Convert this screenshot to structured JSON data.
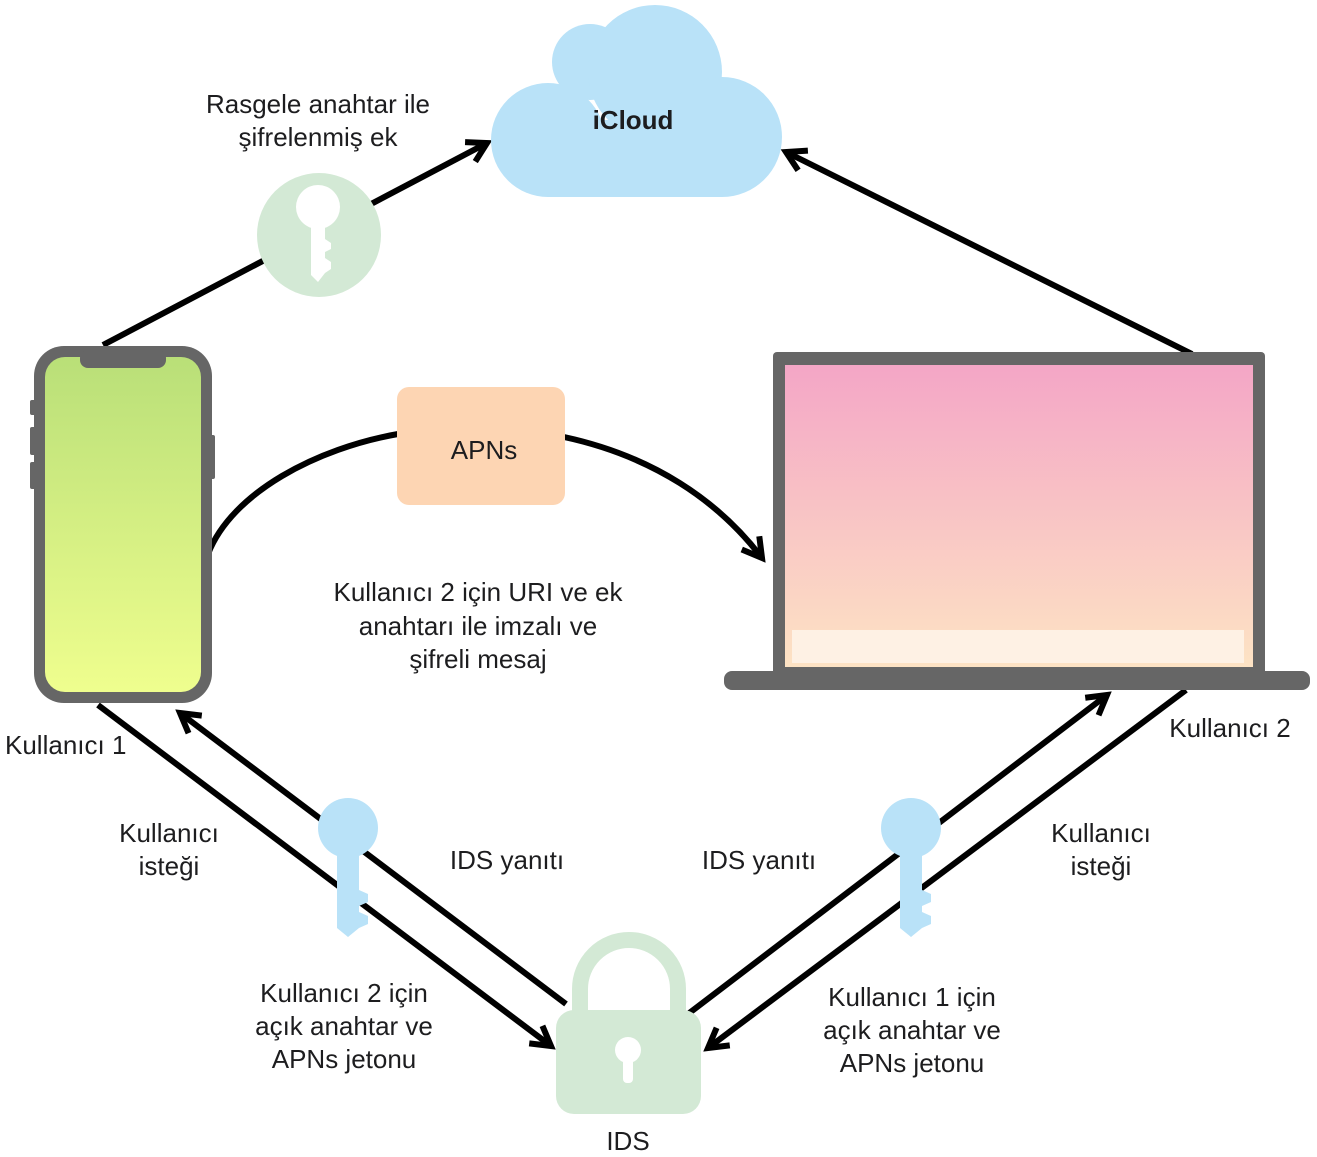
{
  "icloud": {
    "label": "iCloud"
  },
  "apns": {
    "label": "APNs"
  },
  "ids": {
    "label": "IDS"
  },
  "user1": {
    "label": "Kullanıcı 1"
  },
  "user2": {
    "label": "Kullanıcı 2"
  },
  "flows": {
    "attachment_to_icloud": {
      "lines": [
        "Rasgele anahtar ile",
        "şifrelenmiş ek"
      ]
    },
    "message_via_apns": {
      "lines": [
        "Kullanıcı 2 için URI ve ek",
        "anahtarı ile imzalı ve",
        "şifreli mesaj"
      ]
    },
    "user1_request": {
      "lines": [
        "Kullanıcı",
        "isteği"
      ]
    },
    "user1_ids_response": {
      "label": "IDS yanıtı",
      "lines": [
        "Kullanıcı 2 için",
        "açık anahtar ve",
        "APNs jetonu"
      ]
    },
    "user2_request": {
      "lines": [
        "Kullanıcı",
        "isteği"
      ]
    },
    "user2_ids_response": {
      "label": "IDS yanıtı",
      "lines": [
        "Kullanıcı 1 için",
        "açık anahtar ve",
        "APNs jetonu"
      ]
    }
  },
  "icons": {
    "icloud": "cloud-icon",
    "attachment": "key-icon",
    "user1_key": "key-icon",
    "user2_key": "key-icon",
    "ids": "lock-icon",
    "user1_device": "iphone-icon",
    "user2_device": "laptop-icon"
  },
  "colors": {
    "icloud": "#b9e2f8",
    "apns": "#fdd5b3",
    "ids_lock": "#d3e9d5",
    "attachment_key_badge": "#d3e9d5",
    "key_icon": "#b9e2f8",
    "device_frame": "#666666",
    "phone_screen_top": "#b9df78",
    "phone_screen_bottom": "#effe8e",
    "laptop_screen_top": "#f4a6c6",
    "laptop_screen_bottom": "#fde3c4",
    "laptop_dock": "#fef1e4"
  }
}
